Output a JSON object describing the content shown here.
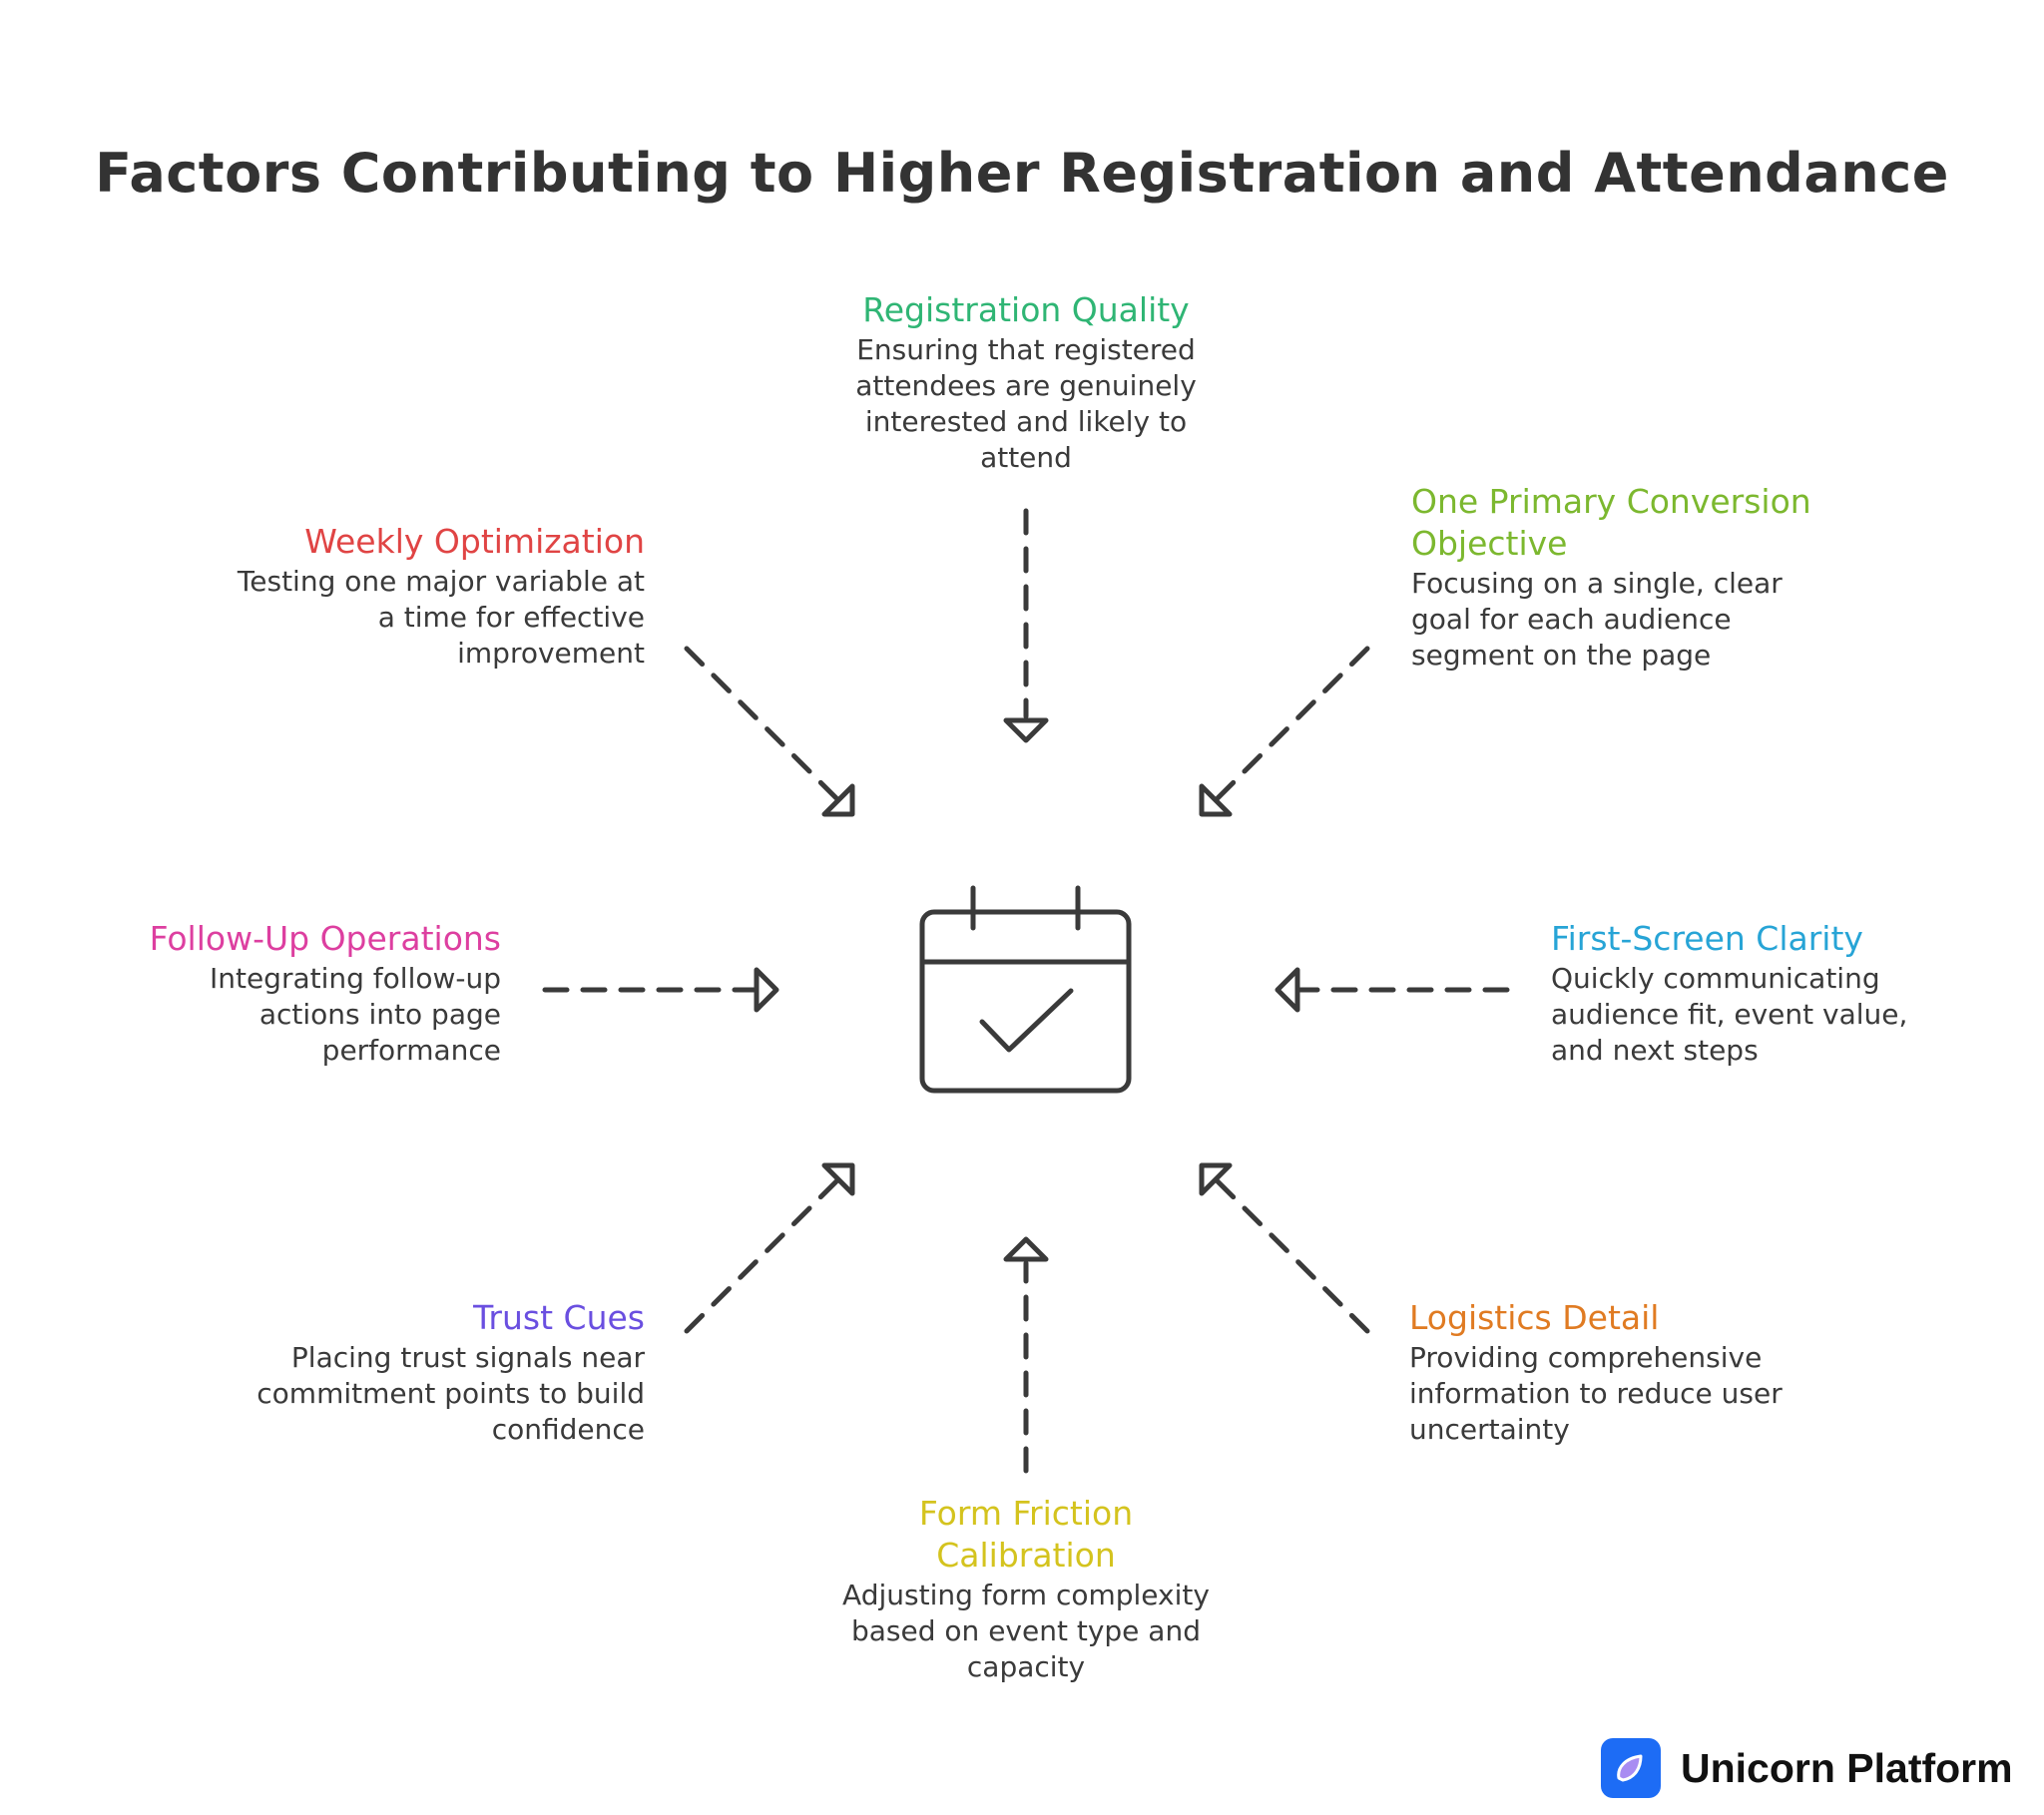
{
  "title": "Factors Contributing to Higher Registration and Attendance",
  "center": {
    "icon": "calendar-check-icon"
  },
  "factors": {
    "registration_quality": {
      "heading": "Registration Quality",
      "description": "Ensuring that registered attendees are genuinely interested and likely to attend",
      "color": "#2fb574"
    },
    "one_primary_conversion": {
      "heading": "One Primary Conversion Objective",
      "description": "Focusing on a single, clear goal for each audience segment on the page",
      "color": "#7cb82f"
    },
    "first_screen_clarity": {
      "heading": "First-Screen Clarity",
      "description": "Quickly communicating audience fit, event value, and next steps",
      "color": "#27a4d6"
    },
    "logistics_detail": {
      "heading": "Logistics Detail",
      "description": "Providing comprehensive information to reduce user uncertainty",
      "color": "#e07b22"
    },
    "form_friction_calibration": {
      "heading": "Form Friction Calibration",
      "description": "Adjusting form complexity based on event type and capacity",
      "color": "#d4c31e"
    },
    "trust_cues": {
      "heading": "Trust Cues",
      "description": "Placing trust signals near commitment points to build confidence",
      "color": "#6a4fe0"
    },
    "follow_up_operations": {
      "heading": "Follow-Up Operations",
      "description": "Integrating follow-up actions into page performance",
      "color": "#dd3fa0"
    },
    "weekly_optimization": {
      "heading": "Weekly Optimization",
      "description": "Testing one major variable at a time for effective improvement",
      "color": "#e04444"
    }
  },
  "brand": {
    "name": "Unicorn Platform",
    "logo_color": "#1d6cf5",
    "icon": "unicorn-platform-logo-icon"
  },
  "colors": {
    "title": "#333333",
    "stroke": "#3a3a3a"
  }
}
